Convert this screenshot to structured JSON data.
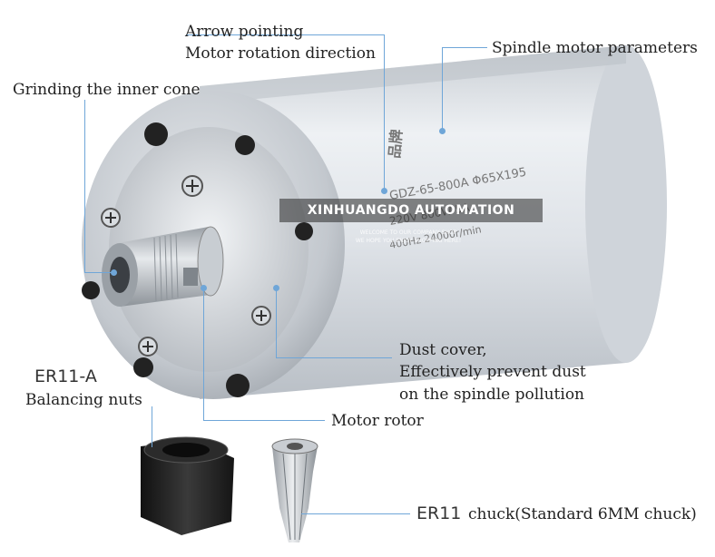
{
  "labels": {
    "arrow_line1": "Arrow pointing",
    "arrow_line2": "Motor rotation direction",
    "spindle_params": "Spindle motor parameters",
    "grinding": "Grinding the inner cone",
    "dust_line1": "Dust cover,",
    "dust_line2": "Effectively prevent dust",
    "dust_line3": "on the spindle pollution",
    "er11a": "ER11-A",
    "balancing": "Balancing nuts",
    "rotor": "Motor rotor",
    "er11": "ER11",
    "chuck": "chuck(Standard 6MM chuck)"
  },
  "watermark": {
    "brand": "XINHUANGDO AUTOMATION",
    "line1": "WELCOME TO OUR COMPANY SHOP",
    "line2": "WE HOPE YOU ENJOY SHOPPING HERE!"
  },
  "spindle_marking": {
    "model": "GDZ-65-800A Φ65X195",
    "spec1": "220V  800W  5A",
    "spec2": "400Hz  24000r/min"
  },
  "colors": {
    "leader": "#6fa6d8",
    "label_text": "#222222",
    "body_silver": "#d9dde2"
  }
}
